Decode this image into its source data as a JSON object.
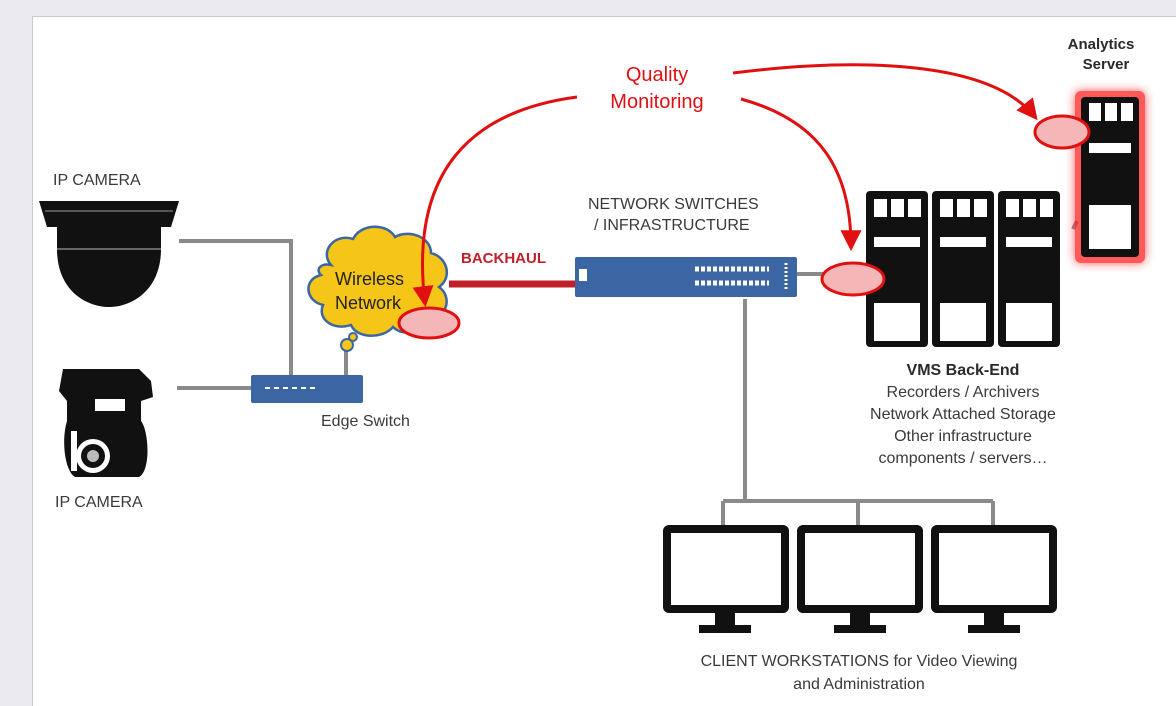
{
  "labels": {
    "ip_camera_top": "IP CAMERA",
    "ip_camera_bottom": "IP CAMERA",
    "wireless_line1": "Wireless",
    "wireless_line2": "Network",
    "edge_switch": "Edge Switch",
    "backhaul": "BACKHAUL",
    "network_switches_line1": "NETWORK SWITCHES",
    "network_switches_line2": "/ INFRASTRUCTURE",
    "quality_line1": "Quality",
    "quality_line2": "Monitoring",
    "analytics_line1": "Analytics",
    "analytics_line2": "Server",
    "vms_title": "VMS Back-End",
    "vms_line1": "Recorders / Archivers",
    "vms_line2": "Network Attached Storage",
    "vms_line3": "Other infrastructure",
    "vms_line4": "components / servers…",
    "client_line1": "CLIENT WORKSTATIONS for Video Viewing",
    "client_line2": "and Administration"
  },
  "colors": {
    "monitor_red": "#e01010",
    "backhaul_red": "#c0202a",
    "switch_blue": "#3b66a3",
    "cloud_yellow": "#f5c518",
    "device_black": "#111111",
    "link_gray": "#8a8a8a"
  },
  "icons": [
    "dome-camera-icon",
    "ptz-camera-icon",
    "cloud-icon",
    "edge-switch-icon",
    "network-switch-icon",
    "server-rack-icon",
    "monitor-icon"
  ]
}
